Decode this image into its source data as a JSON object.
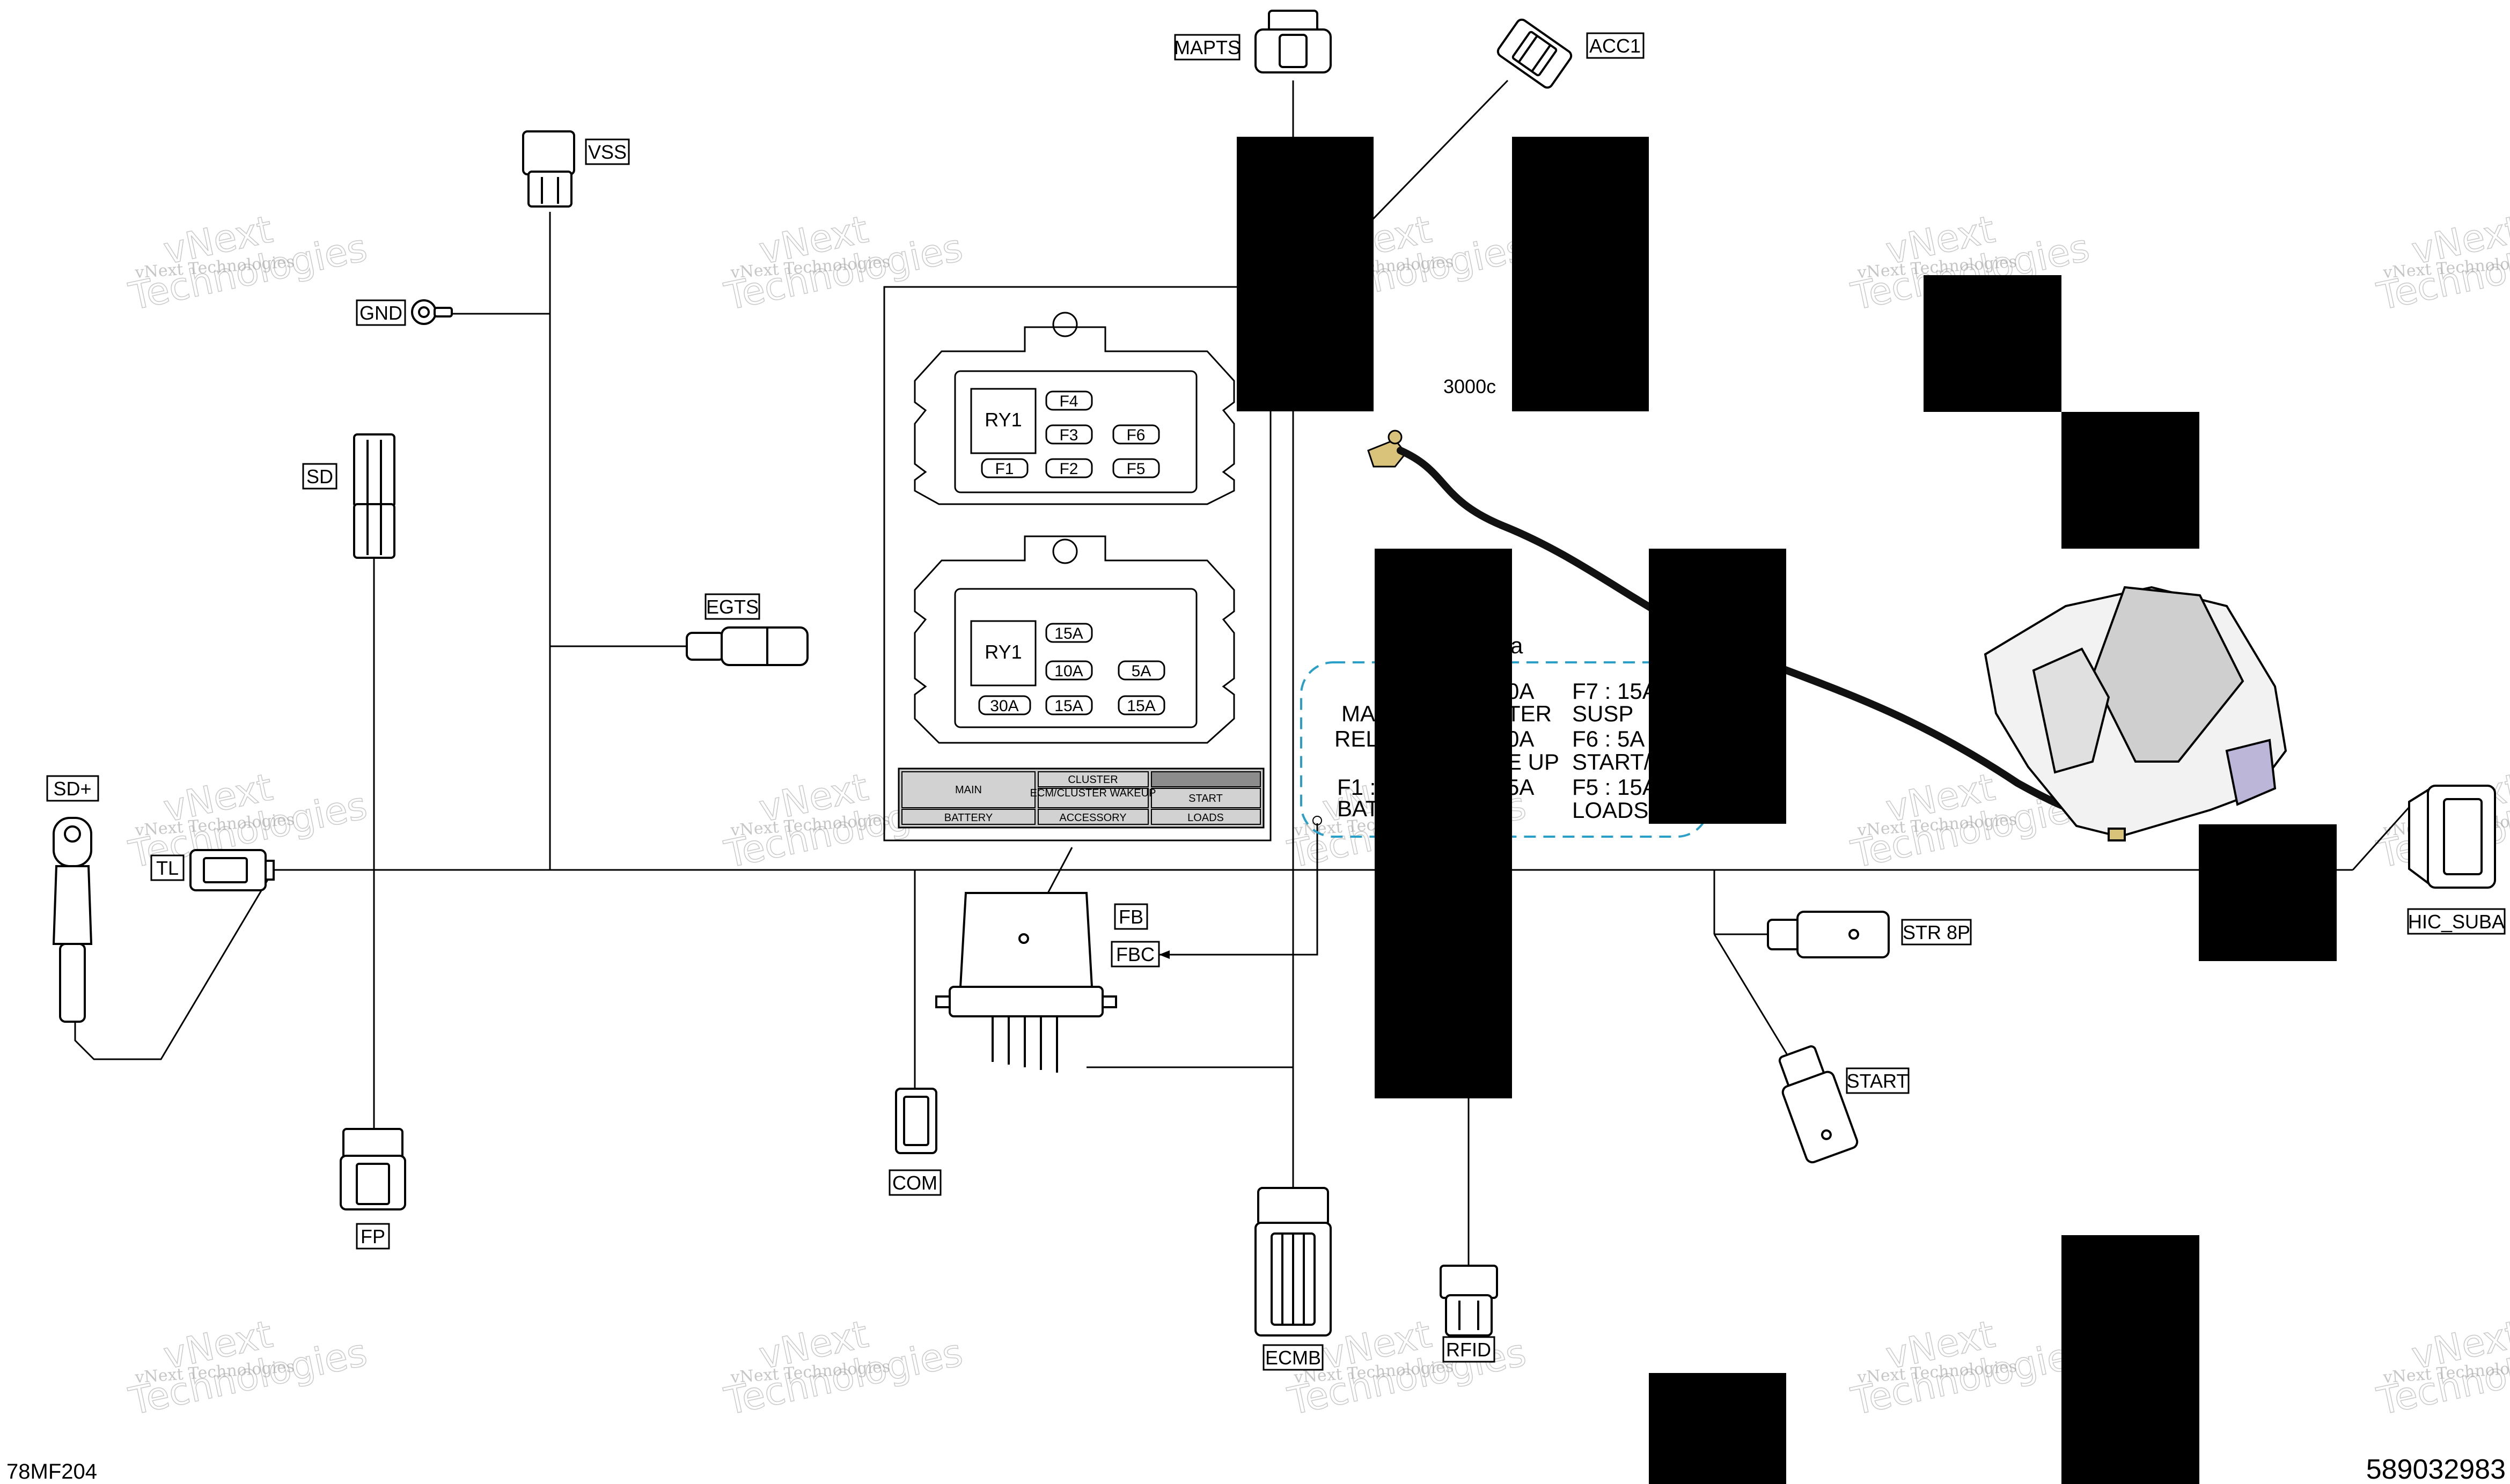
{
  "connectors": {
    "mapts": "MAPTS",
    "acc1": "ACC1",
    "vss": "VSS",
    "gnd": "GND",
    "sd": "SD",
    "egts": "EGTS",
    "sd_plus": "SD+",
    "tl": "TL",
    "fp": "FP",
    "com": "COM",
    "fb": "FB",
    "fbc": "FBC",
    "ecmb": "ECMB",
    "rfid": "RFID",
    "str8p": "STR 8P",
    "start": "START",
    "hic_suba": "HIC_SUBA"
  },
  "part_note": "3000c",
  "fuse_box": {
    "top_relay": "RY1",
    "top_fuses": [
      "F4",
      "F3",
      "F6",
      "F1",
      "F2",
      "F5"
    ],
    "bottom_relay": "RY1",
    "bottom_fuses": [
      "15A",
      "10A",
      "5A",
      "30A",
      "15A",
      "15A"
    ],
    "legend": {
      "main": "MAIN",
      "cluster": "CLUSTER",
      "ecm_cluster_wakeup": "ECM/CLUSTER WAKEUP",
      "start": "START",
      "battery": "BATTERY",
      "accessory": "ACCESSORY",
      "loads": "LOADS"
    }
  },
  "fuse_note": {
    "top": "a",
    "col1": [
      "0A",
      "TER",
      "0A",
      "E UP",
      "5A"
    ],
    "col2": [
      "F7 : 15A",
      "SUSP",
      "F6 : 5A",
      "START/",
      "F5 : 15A",
      "LOADS"
    ],
    "left": [
      "MA",
      "REL",
      "F1 :",
      "BAT"
    ]
  },
  "watermark": {
    "line1": "vNext Technologies",
    "line2": "vNext",
    "line3": "Technologies"
  },
  "footer": {
    "left_code": "78MF204",
    "right_code": "589032983"
  }
}
